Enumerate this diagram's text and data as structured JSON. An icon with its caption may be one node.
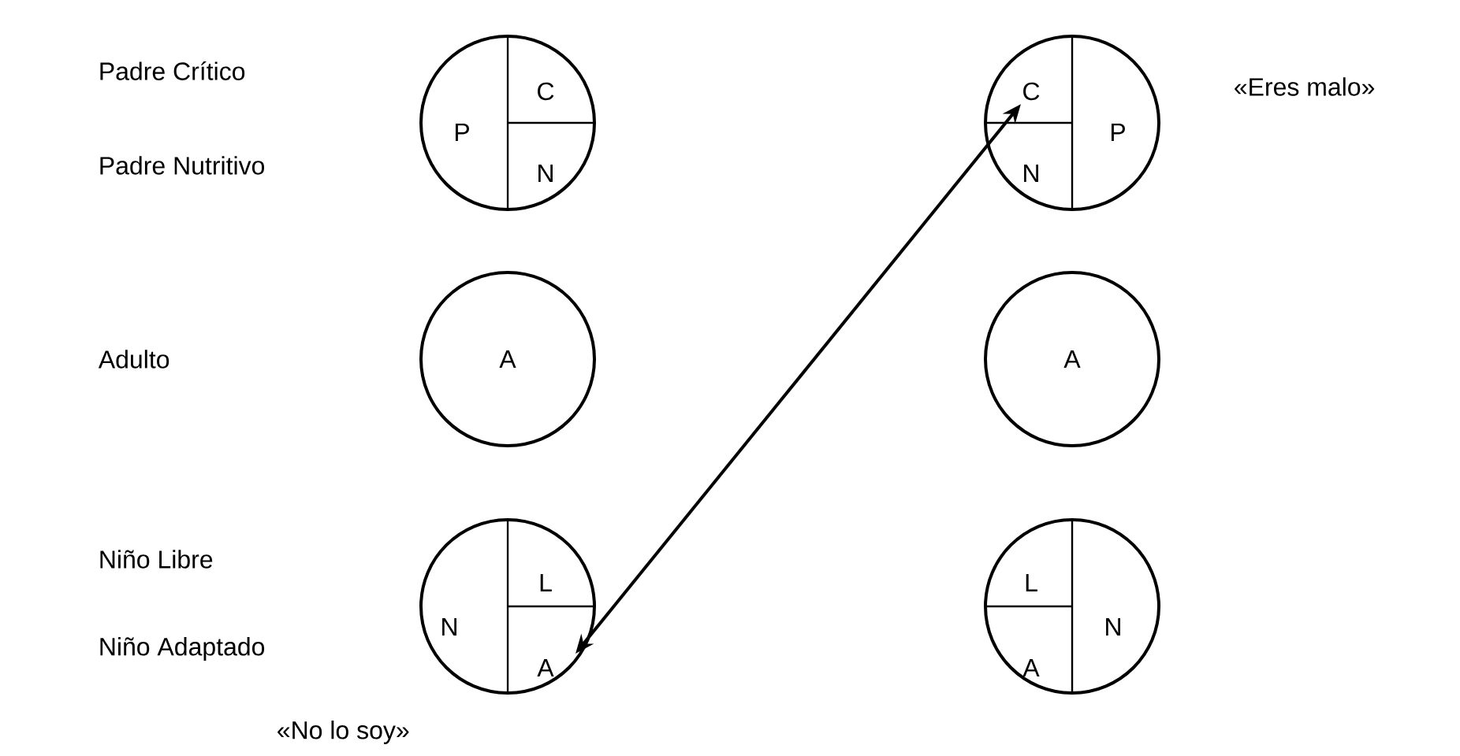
{
  "diagram": {
    "nodes": [
      {
        "text": [],
        "shape": "circle"
      },
      {
        "text": [
          "P"
        ],
        "in": 0
      },
      {
        "text": [
          "C"
        ],
        "in": 0
      },
      {
        "text": [
          "N"
        ],
        "in": 0
      },
      {
        "text": [
          "A"
        ]
      },
      {
        "text": [],
        "shape": "circle"
      },
      {
        "text": [
          "N"
        ],
        "in": 5
      },
      {
        "text": [
          "L"
        ],
        "in": 5
      },
      {
        "text": [
          "A"
        ],
        "in": 5
      },
      {
        "text": [],
        "shape": "circle"
      },
      {
        "text": [
          "C"
        ],
        "in": 9
      },
      {
        "text": [
          "N"
        ],
        "in": 9
      },
      {
        "text": [
          "P"
        ],
        "in": 9
      },
      {
        "text": [
          "A"
        ]
      },
      {
        "text": [],
        "shape": "circle"
      },
      {
        "text": [
          "L"
        ],
        "in": 14
      },
      {
        "text": [
          "A"
        ],
        "in": 14
      },
      {
        "text": [
          "N"
        ],
        "in": 14
      }
    ],
    "edges": [
      {
        "from": 10,
        "to": 8,
        "arrow": "both"
      }
    ],
    "labels": [
      "Padre Crítico",
      "«Eres malo»",
      "Padre Nutritivo",
      "Adulto",
      "Niño Libre",
      "Niño Adaptado",
      "«No lo soy»"
    ]
  }
}
